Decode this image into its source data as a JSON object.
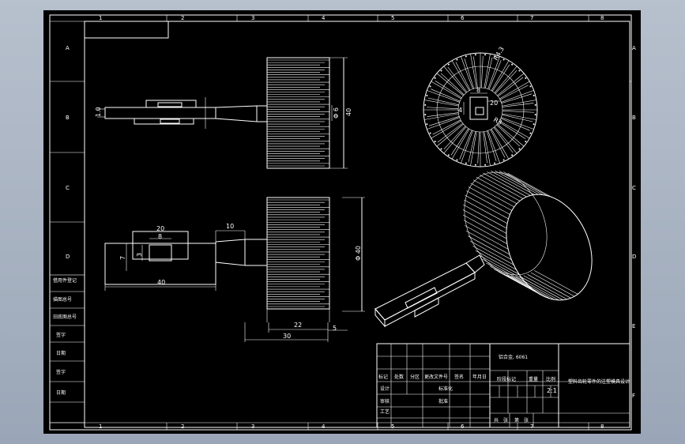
{
  "colors": {
    "background": "#000000",
    "lines": "#ffffff",
    "viewport": "#a9b3c2"
  },
  "zone_columns_top": [
    "1",
    "2",
    "3",
    "4",
    "5",
    "6",
    "7",
    "8"
  ],
  "zone_columns_bottom": [
    "1",
    "2",
    "3",
    "4",
    "5",
    "6",
    "7",
    "8"
  ],
  "zone_rows_left": [
    "A",
    "B",
    "C",
    "D"
  ],
  "zone_rows_right": [
    "A",
    "B",
    "C",
    "D",
    "E",
    "F"
  ],
  "dimensions": {
    "top_view_thickness": "1.0",
    "top_view_diameter": "Φ 6",
    "top_view_height": "40",
    "front_len_20": "20",
    "front_len_8": "8",
    "front_len_10": "10",
    "front_height_7": "7",
    "front_height_3": "3",
    "front_len_40": "40",
    "front_diameter": "Φ 40",
    "gear_width": "22",
    "gap_5": "5",
    "total_30": "30",
    "radial_8": "8",
    "radial_20": "20",
    "radial_r": "R4.3",
    "radial_side": "4",
    "radial_b": "R3"
  },
  "left_stack": [
    "借用件登记",
    "描图总号",
    "旧底图总号",
    "签字",
    "日期",
    "签字",
    "日期"
  ],
  "title_block": {
    "material": "铝合金, 6061",
    "drawing_name": "塑料齿轮零件的注塑模具设计",
    "headers": [
      "标记",
      "处数",
      "分区",
      "更改文件号",
      "签名",
      "年月日"
    ],
    "rows": [
      "设计",
      "审核",
      "工艺",
      "标准化",
      "批准"
    ],
    "stage": "阶段标记",
    "weight": "重量",
    "ratio": "比例",
    "ratio_value": "2:1",
    "sheet_info": [
      "共",
      "张",
      "第",
      "张"
    ]
  }
}
